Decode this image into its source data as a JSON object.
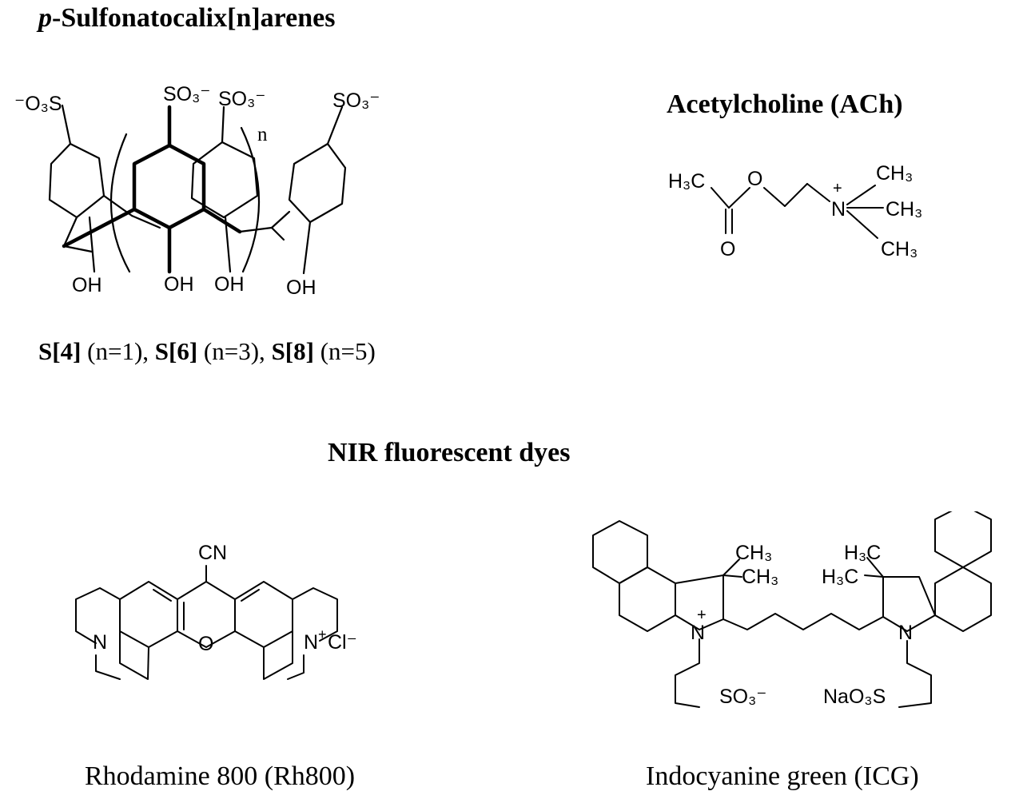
{
  "headings": {
    "calixarenes_prefix": "p",
    "calixarenes_rest": "-Sulfonatocalix[n]arenes",
    "acetylcholine": "Acetylcholine (ACh)",
    "nir_dyes": "NIR fluorescent dyes"
  },
  "calixarene": {
    "labels": {
      "o3s_left": "⁻O₃S",
      "so3_1": "SO₃⁻",
      "so3_2": "SO₃⁻",
      "so3_right": "SO₃⁻",
      "n": "n",
      "oh_1": "OH",
      "oh_2": "OH",
      "oh_3": "OH",
      "oh_4": "OH"
    },
    "caption": {
      "s4": "S[4]",
      "s4_n": " (n=1), ",
      "s6": "S[6]",
      "s6_n": " (n=3), ",
      "s8": "S[8]",
      "s8_n": " (n=5)"
    }
  },
  "ach": {
    "labels": {
      "h3c": "H₃C",
      "o_ester": "O",
      "o_carbonyl": "O",
      "n_plus": "+",
      "n": "N",
      "ch3_1": "CH₃",
      "ch3_2": "CH₃",
      "ch3_3": "CH₃"
    }
  },
  "rh800": {
    "labels": {
      "cn": "CN",
      "n_left": "N",
      "o": "O",
      "n_right": "N",
      "plus": "+",
      "cl": "Cl⁻"
    },
    "caption": "Rhodamine 800 (Rh800)"
  },
  "icg": {
    "labels": {
      "ch3_a": "CH₃",
      "ch3_b": "CH₃",
      "h3c_a": "H₃C",
      "h3c_b": "H₃C",
      "n_plus": "+",
      "n_left": "N",
      "n_right": "N",
      "so3": "SO₃⁻",
      "nao3s": "NaO₃S"
    },
    "caption": "Indocyanine green (ICG)"
  }
}
